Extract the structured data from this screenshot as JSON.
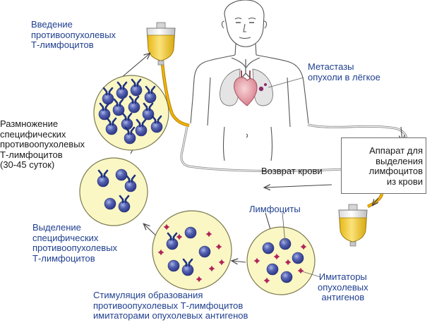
{
  "labels": {
    "infusion": "Введение\nпротивоопухолевых\nТ-лимфоцитов",
    "metastases": "Метастазы\nопухоли в лёгкое",
    "proliferation": "Размножение\nспецифических\nпротивоопухолевых\nТ-лимфоцитов\n(30-45 суток)",
    "device": "Аппарат для\nвыделения\nлимфоцитов\nиз крови",
    "blood_return": "Возврат крови",
    "lymphocytes": "Лимфоциты",
    "isolation": "Выделение\nспецифических\nпротивоопухолевых\nТ-лимфоцитов",
    "imitators": "Имитаторы\nопухолевых\nантигенов",
    "stimulation": "Стимуляция образования\nпротивоопухолевых Т-лимфоцитов\nимитаторами опухолевых антигенов"
  },
  "colors": {
    "label_blue": "#1f3f8f",
    "label_dark": "#1a1a1a",
    "dish_fill": "#fbf7c4",
    "cell_blue": "#3a4a9c",
    "receptor_blue": "#1f3280",
    "antigen_red": "#b0245a",
    "tube_orange": "#e0a000",
    "bag_fluid": "#f4cf36",
    "heart_pink": "#eaa3ad",
    "lung_gray": "#e4e4e4"
  }
}
